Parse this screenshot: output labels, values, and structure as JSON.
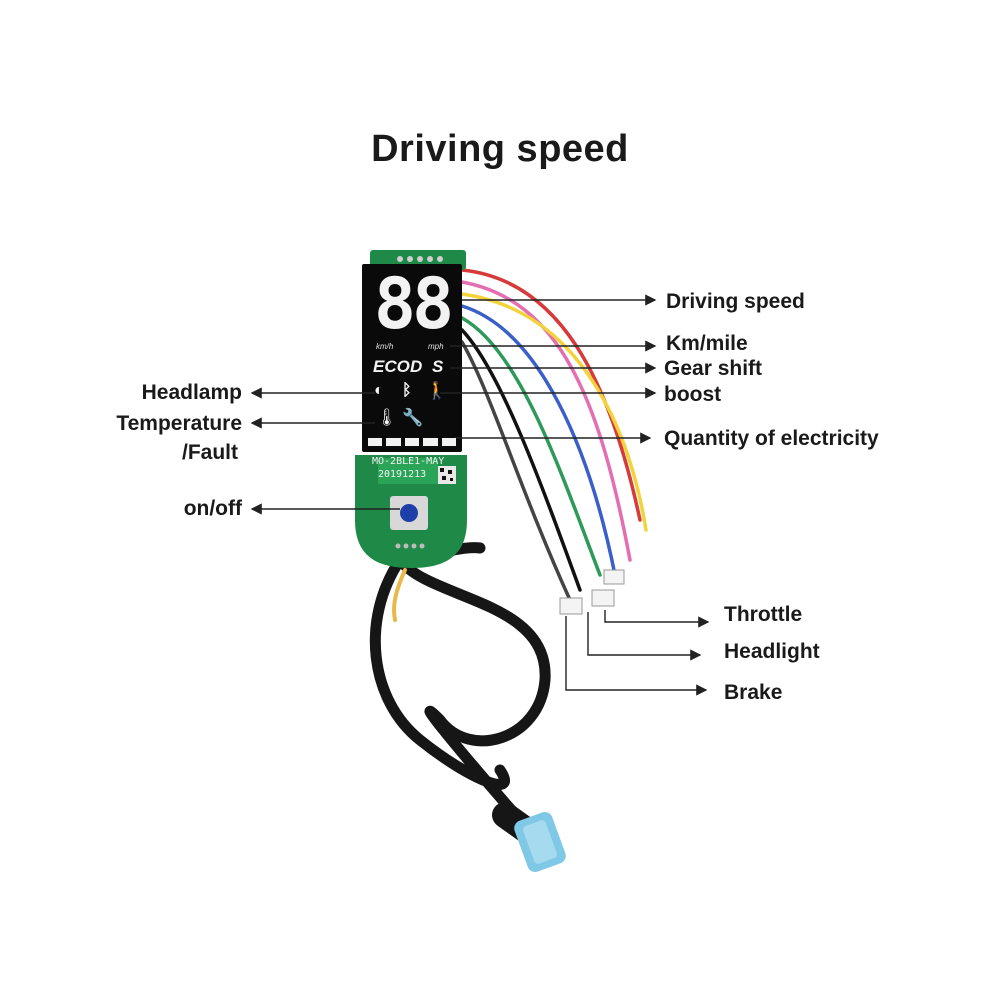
{
  "title": "Driving speed",
  "display": {
    "speed_digits": "88",
    "unit_kmh": "km/h",
    "unit_mph": "mph",
    "modes": [
      "ECO",
      "D",
      "S"
    ],
    "board_label_1": "MO-2BLE1-MAY",
    "board_label_2": "20191213"
  },
  "labels_right": {
    "driving_speed": "Driving speed",
    "km_mile": "Km/mile",
    "gear_shift": "Gear shift",
    "boost": "boost",
    "quantity_of_electricity": "Quantity of electricity"
  },
  "labels_left": {
    "headlamp": "Headlamp",
    "temperature": "Temperature",
    "fault": "/Fault",
    "on_off": "on/off"
  },
  "labels_connectors": {
    "throttle": "Throttle",
    "headlight": "Headlight",
    "brake": "Brake"
  },
  "colors": {
    "pcb_green": "#1f8a47",
    "screen": "#0a0a0a",
    "segment": "#f2f2f2",
    "connector_blue": "#7fc8e6",
    "wire_red": "#d63a3a",
    "wire_yellow": "#f2d33a",
    "wire_blue": "#3a5fc8",
    "wire_green": "#2e9a5a",
    "wire_black": "#111111",
    "wire_pink": "#e46fb0"
  }
}
